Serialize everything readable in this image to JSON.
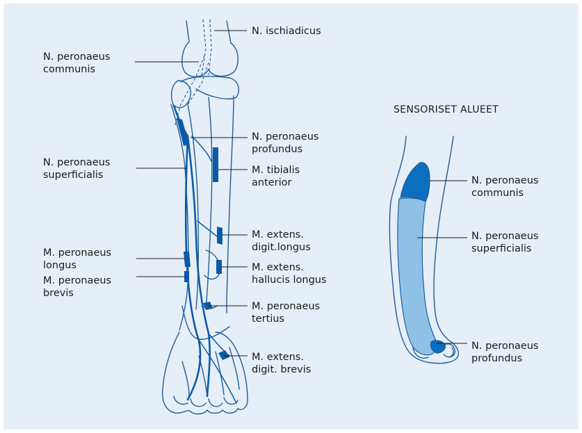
{
  "colors": {
    "background": "#e6eff7",
    "nerve": "#0d5aa6",
    "outline": "#1f5c9c",
    "region_communis": "#0b6fbf",
    "region_superficialis": "#8fc1e6",
    "region_profundus": "#0b6fbf",
    "text": "#1a1a1a"
  },
  "left_diagram": {
    "labels": {
      "ischiadicus": "N. ischiadicus",
      "peronaeus_communis_l1": "N. peronaeus",
      "peronaeus_communis_l2": "communis",
      "peronaeus_profundus_l1": "N. peronaeus",
      "peronaeus_profundus_l2": "profundus",
      "peronaeus_superficialis_l1": "N. peronaeus",
      "peronaeus_superficialis_l2": "superficialis",
      "tibialis_anterior_l1": "M. tibialis",
      "tibialis_anterior_l2": "anterior",
      "extens_digit_longus_l1": "M. extens.",
      "extens_digit_longus_l2": "digit.longus",
      "peronaeus_longus_l1": "M. peronaeus",
      "peronaeus_longus_l2": "longus",
      "extens_hallucis_l1": "M. extens.",
      "extens_hallucis_l2": "hallucis longus",
      "peronaeus_brevis_l1": "M. peronaeus",
      "peronaeus_brevis_l2": "brevis",
      "peronaeus_tertius_l1": "M. peronaeus",
      "peronaeus_tertius_l2": "tertius",
      "extens_digit_brevis_l1": "M. extens.",
      "extens_digit_brevis_l2": "digit. brevis"
    }
  },
  "right_diagram": {
    "title": "SENSORISET ALUEET",
    "labels": {
      "communis_l1": "N. peronaeus",
      "communis_l2": "communis",
      "superficialis_l1": "N. peronaeus",
      "superficialis_l2": "superficialis",
      "profundus_l1": "N. peronaeus",
      "profundus_l2": "profundus"
    }
  }
}
